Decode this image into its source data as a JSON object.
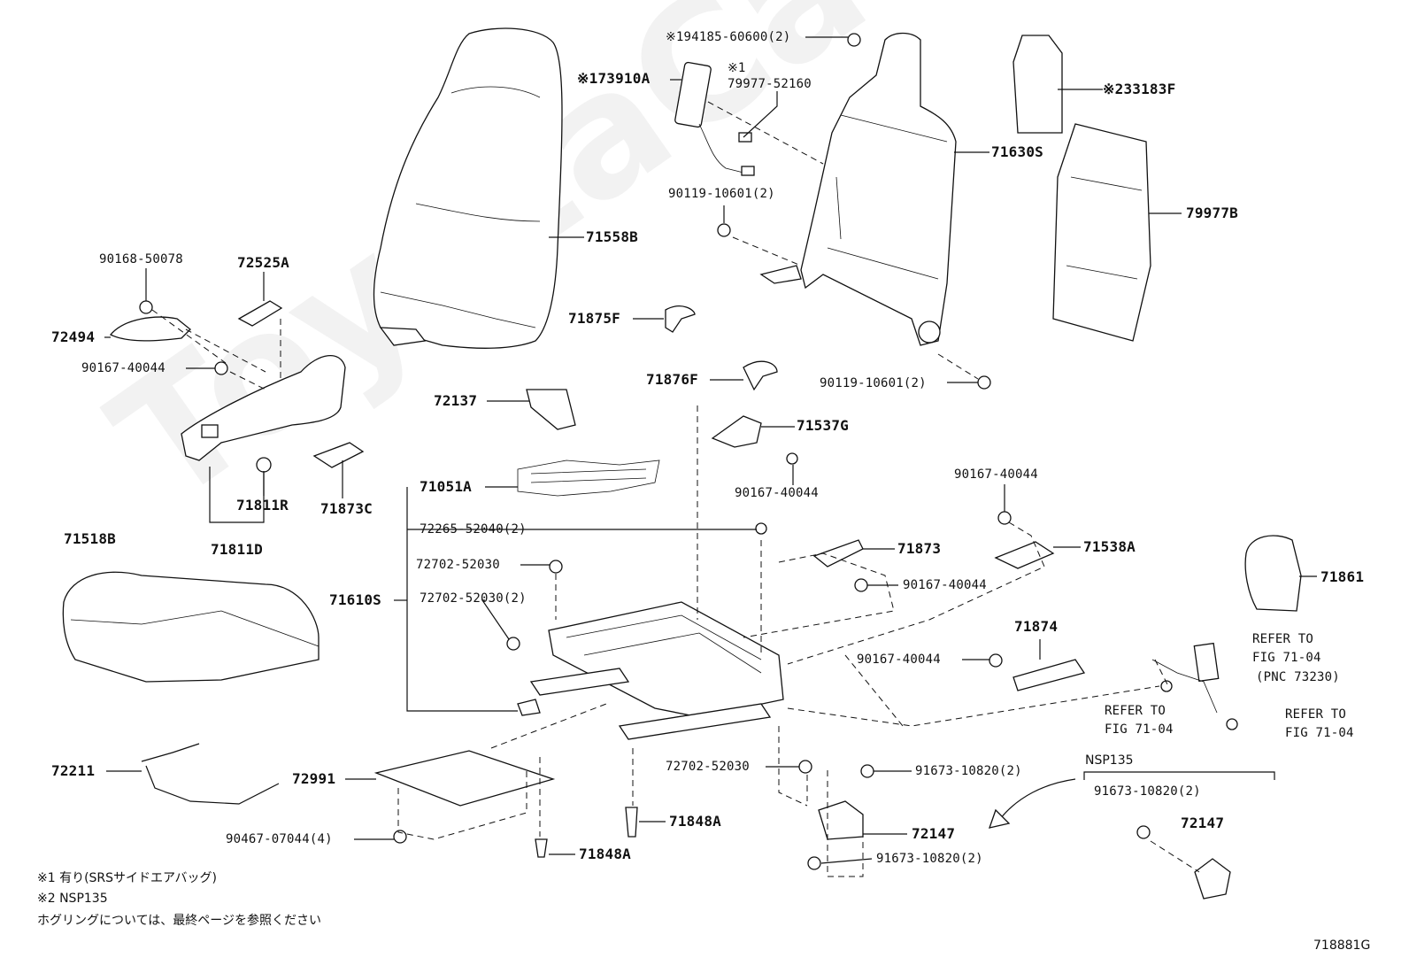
{
  "diagram": {
    "id": "718881G",
    "watermark": "ToyotaCatMiner.ru",
    "labels": {
      "l_194185": "※194185-60600(2)",
      "l_73910": "※173910A",
      "l_79977_52160_mark": "※1",
      "l_79977_52160": "79977-52160",
      "l_33183f": "※233183F",
      "l_71630s": "71630S",
      "l_90119_a": "90119-10601(2)",
      "l_79977b": "79977B",
      "l_71558b": "71558B",
      "l_90168": "90168-50078",
      "l_72525a": "72525A",
      "l_72494": "72494",
      "l_90167_a": "90167-40044",
      "l_71875f": "71875F",
      "l_71876f": "71876F",
      "l_90119_b": "90119-10601(2)",
      "l_72137": "72137",
      "l_71537g": "71537G",
      "l_90167_b": "90167-40044",
      "l_71051a": "71051A",
      "l_71811r": "71811R",
      "l_71873c": "71873C",
      "l_71811d": "71811D",
      "l_90167_c": "90167-40044",
      "l_72265": "72265-52040(2)",
      "l_71873": "71873",
      "l_71538a": "71538A",
      "l_71518b": "71518B",
      "l_72702_a": "72702-52030",
      "l_90167_d": "90167-40044",
      "l_71610s": "71610S",
      "l_72702_b": "72702-52030(2)",
      "l_71861": "71861",
      "l_71874": "71874",
      "l_refer1a": "REFER TO",
      "l_refer1b": "FIG 71-04",
      "l_refer1c": "(PNC 73230)",
      "l_90167_e": "90167-40044",
      "l_refer2a": "REFER TO",
      "l_refer2b": "FIG 71-04",
      "l_refer3a": "REFER TO",
      "l_refer3b": "FIG 71-04",
      "l_nsp135": "NSP135",
      "l_72702_c": "72702-52030",
      "l_91673_a": "91673-10820(2)",
      "l_91673_b": "91673-10820(2)",
      "l_72211": "72211",
      "l_72991": "72991",
      "l_72147_a": "72147",
      "l_72147_b": "72147",
      "l_71848a_a": "71848A",
      "l_71848a_b": "71848A",
      "l_90467": "90467-07044(4)",
      "l_91673_c": "91673-10820(2)"
    },
    "notes": [
      "※1 有り(SRSサイドエアバッグ)",
      "※2 NSP135",
      "ホグリングについては、最終ページを参照ください"
    ]
  }
}
